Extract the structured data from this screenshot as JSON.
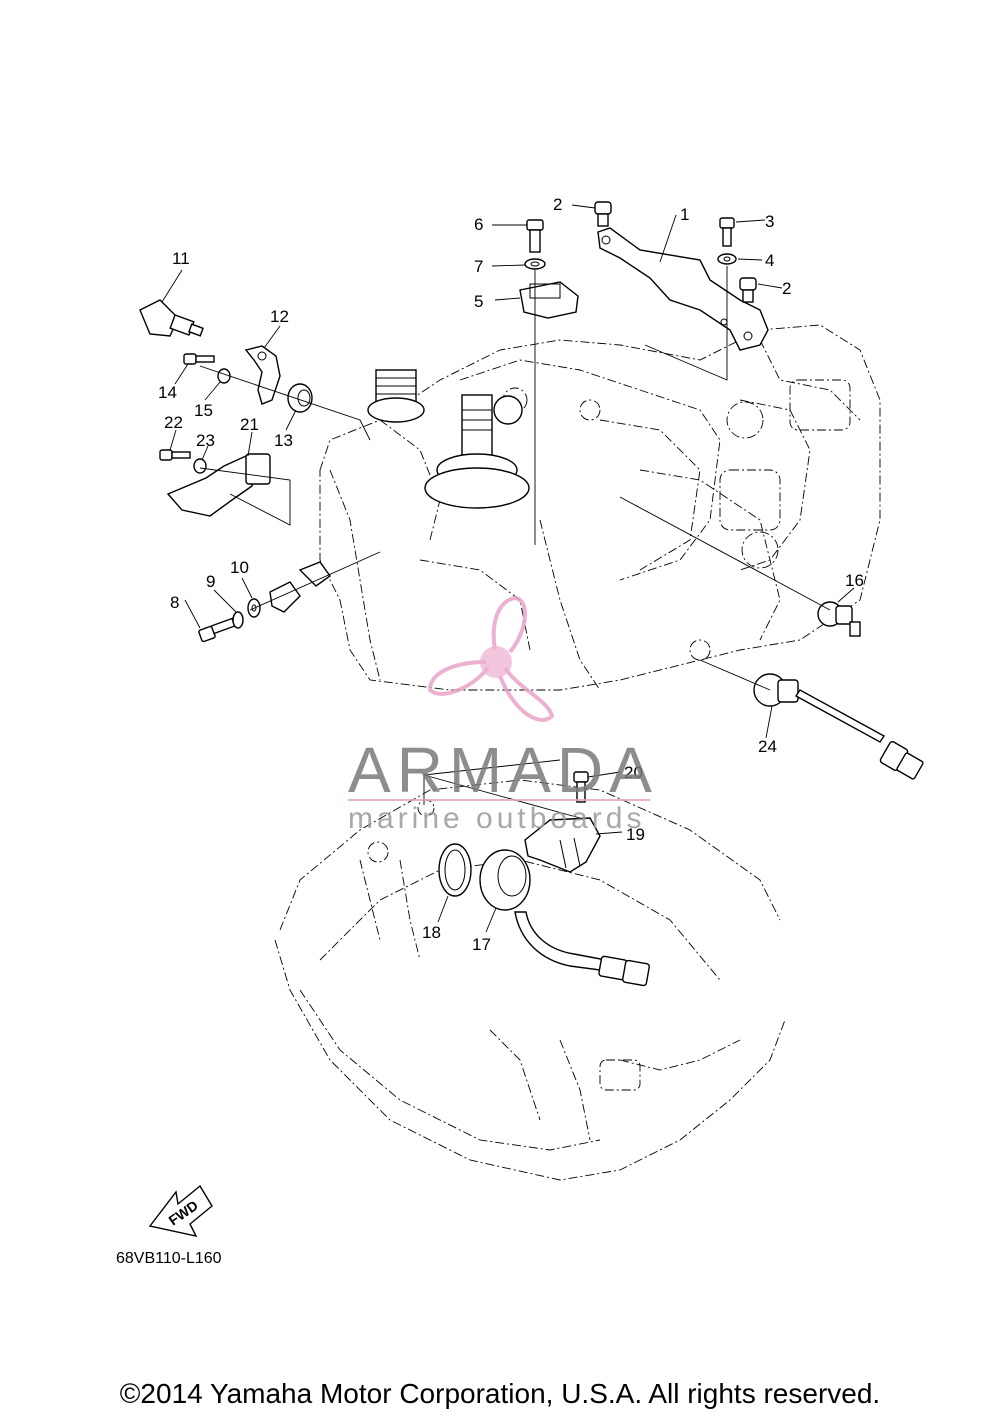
{
  "diagram": {
    "code": "68VB110-L160",
    "fwd_label": "FWD",
    "callouts": [
      {
        "id": "1",
        "label": "1"
      },
      {
        "id": "2a",
        "label": "2"
      },
      {
        "id": "2b",
        "label": "2"
      },
      {
        "id": "3",
        "label": "3"
      },
      {
        "id": "4",
        "label": "4"
      },
      {
        "id": "5",
        "label": "5"
      },
      {
        "id": "6",
        "label": "6"
      },
      {
        "id": "7",
        "label": "7"
      },
      {
        "id": "8",
        "label": "8"
      },
      {
        "id": "9",
        "label": "9"
      },
      {
        "id": "10",
        "label": "10"
      },
      {
        "id": "11",
        "label": "11"
      },
      {
        "id": "12",
        "label": "12"
      },
      {
        "id": "13",
        "label": "13"
      },
      {
        "id": "14",
        "label": "14"
      },
      {
        "id": "15",
        "label": "15"
      },
      {
        "id": "16",
        "label": "16"
      },
      {
        "id": "17",
        "label": "17"
      },
      {
        "id": "18",
        "label": "18"
      },
      {
        "id": "19",
        "label": "19"
      },
      {
        "id": "20",
        "label": "20"
      },
      {
        "id": "21",
        "label": "21"
      },
      {
        "id": "22",
        "label": "22"
      },
      {
        "id": "23",
        "label": "23"
      },
      {
        "id": "24",
        "label": "24"
      }
    ]
  },
  "watermark": {
    "name": "ARMADA",
    "tagline": "marine outboards",
    "logo_color": "#e9a3c9",
    "text_color": "#7a7a7a"
  },
  "footer": {
    "copyright": "©2014 Yamaha Motor Corporation, U.S.A. All rights reserved."
  }
}
